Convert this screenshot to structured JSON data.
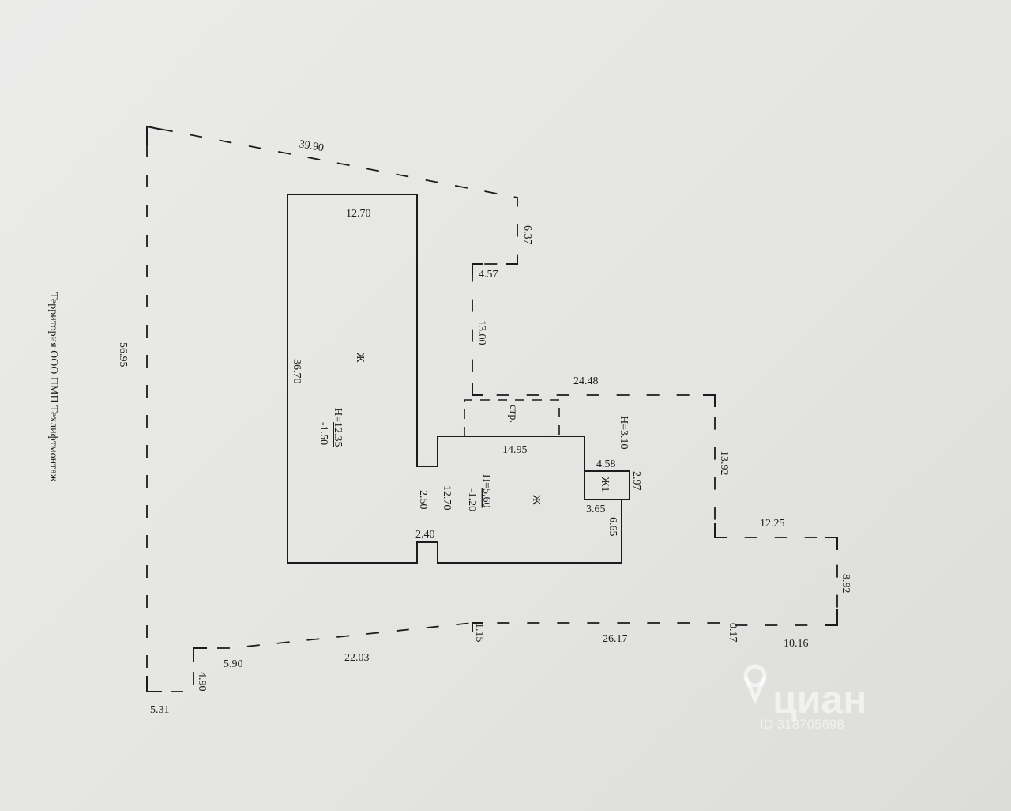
{
  "title": "Территория ООО ПМП Техлифтмонтаж",
  "dims": {
    "d_39_90": "39.90",
    "d_6_37": "6.37",
    "d_4_57": "4.57",
    "d_13_00": "13.00",
    "d_24_48": "24.48",
    "d_13_92": "13.92",
    "d_12_25": "12.25",
    "d_8_92": "8.92",
    "d_10_16": "10.16",
    "d_0_17": "0.17",
    "d_26_17": "26.17",
    "d_1_15": "1.15",
    "d_22_03": "22.03",
    "d_5_90": "5.90",
    "d_4_90": "4.90",
    "d_5_31": "5.31",
    "d_56_95": "56.95",
    "d_12_70_top": "12.70",
    "d_36_70": "36.70",
    "d_2_50": "2.50",
    "d_2_40": "2.40",
    "d_14_95": "14.95",
    "d_12_70_mid": "12.70",
    "d_4_58": "4.58",
    "d_2_97": "2.97",
    "d_3_65": "3.65",
    "d_6_65": "6.65"
  },
  "buildings": {
    "main_label": "Ж",
    "main_h_prefix": "H=",
    "main_h_top": "12.35",
    "main_h_bottom": "-1.50",
    "mid_label": "Ж",
    "mid_h_prefix": "H=",
    "mid_h_top": "5.60",
    "mid_h_bottom": "-1.20",
    "small_label": "Ж1",
    "small_h": "H=3.10",
    "construction_label": "стр."
  },
  "watermark": {
    "brand": "циан",
    "id": "ID 318705698"
  }
}
